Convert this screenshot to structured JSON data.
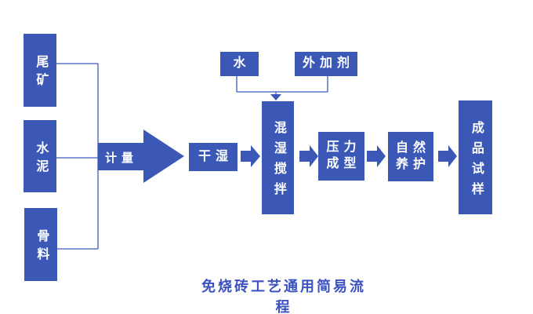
{
  "caption": "免烧砖工艺通用简易流程",
  "colors": {
    "node_fill": "#3b58b6",
    "connector_line": "#3f5cba",
    "node_text": "#ffffff",
    "caption_text": "#3b52bf",
    "background": "#ffffff"
  },
  "materials": [
    {
      "id": "tailings",
      "label": "尾矿"
    },
    {
      "id": "cement",
      "label": "水泥"
    },
    {
      "id": "aggregate",
      "label": "骨料"
    }
  ],
  "additives": {
    "water": {
      "label": "水"
    },
    "admixture": {
      "label": "外加剂"
    }
  },
  "steps": {
    "metering": {
      "label": "计量"
    },
    "drywet": {
      "label": "干湿"
    },
    "mixing": {
      "label": "混湿搅拌"
    },
    "pressing": {
      "line1": "压力",
      "line2": "成型"
    },
    "curing": {
      "line1": "自然",
      "line2": "养护"
    },
    "product": {
      "label": "成品试样"
    }
  }
}
